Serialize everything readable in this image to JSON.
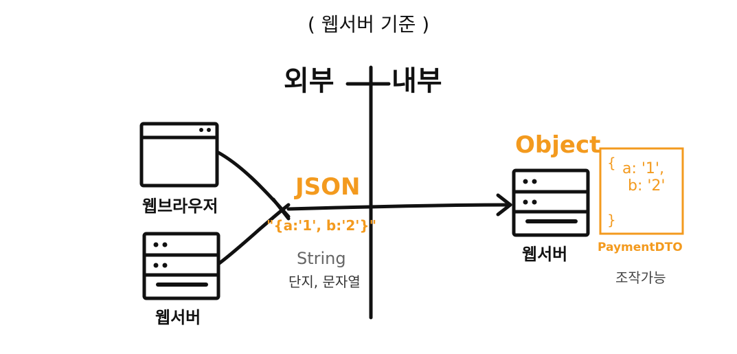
{
  "title": "( 웹서버 기준 )",
  "boundary": {
    "outside": "외부",
    "inside": "내부"
  },
  "left": {
    "browser_label": "웹브라우저",
    "server_label": "웹서버"
  },
  "transfer": {
    "format": "JSON",
    "payload": "\"{a:'1', b:'2'}\"",
    "type": "String",
    "type_desc": "단지, 문자열"
  },
  "right": {
    "object_label": "Object",
    "server_label": "웹서버",
    "dto": {
      "open_brace": "{",
      "line1": "a: '1',",
      "line2": "b: '2'",
      "close_brace": "}",
      "name": "PaymentDTO",
      "desc": "조작가능"
    }
  },
  "colors": {
    "accent": "#f39a1e",
    "ink": "#111111",
    "muted": "#666666"
  }
}
